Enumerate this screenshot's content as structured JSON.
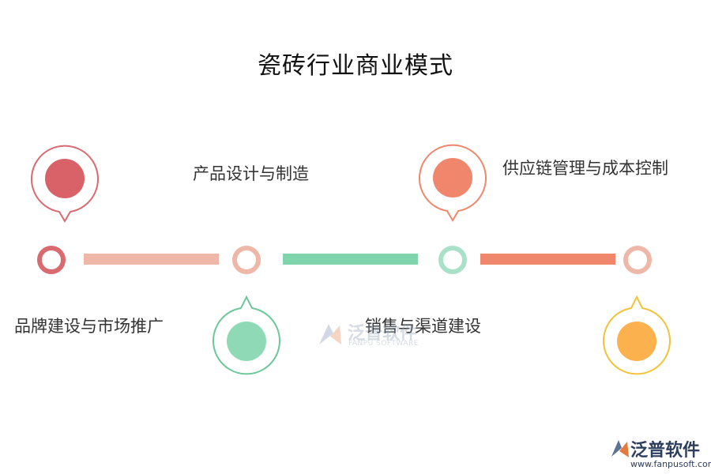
{
  "title": "瓷砖行业商业模式",
  "stages": [
    {
      "label": "品牌建设与市场推广",
      "color": "#d96268",
      "ring": "#d96a70",
      "pin": "up"
    },
    {
      "label": "产品设计与制造",
      "color": "#8fd9b6",
      "ring": "#efb7a8",
      "pin": "down"
    },
    {
      "label": "供应链管理与成本控制",
      "color": "#f0876c",
      "ring": "#a9e0c8",
      "pin": "up"
    },
    {
      "label": "销售与渠道建设",
      "color": "#fbb24e",
      "ring": "#efb7a8",
      "pin": "down"
    }
  ],
  "connectors": [
    "#efb7a8",
    "#80d4ac",
    "#f0876c"
  ],
  "watermark": {
    "name": "泛普软件",
    "sub": "FANPU SOFTWARE"
  },
  "brand": {
    "name": "泛普软件",
    "url": "www.fanpusoft.com"
  }
}
